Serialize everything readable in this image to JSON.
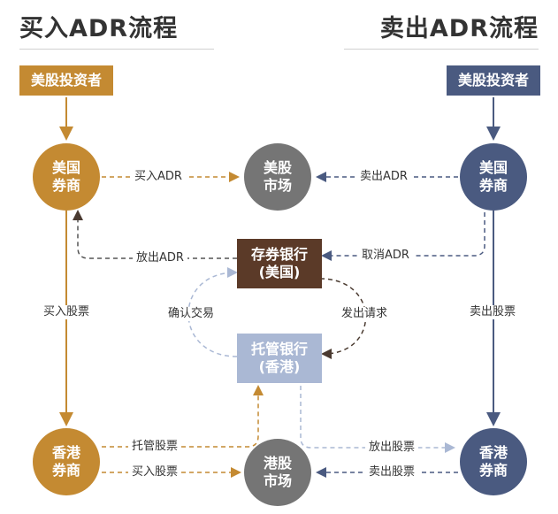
{
  "colors": {
    "buy": "#c48a32",
    "sell": "#4a5a80",
    "market": "#757575",
    "depositary_bank": "#5b3a28",
    "custodian_bank": "#aab8d4",
    "title": "#333333"
  },
  "titles": {
    "buy": "买入ADR流程",
    "sell": "卖出ADR流程"
  },
  "nodes": {
    "buy_investor": "美股投资者",
    "sell_investor": "美股投资者",
    "us_broker_buy": "美国\n券商",
    "us_market": "美股\n市场",
    "us_broker_sell": "美国\n券商",
    "depositary_bank": "存券银行\n(美国)",
    "custodian_bank": "托管银行\n(香港)",
    "hk_broker_buy": "香港\n券商",
    "hk_market": "港股\n市场",
    "hk_broker_sell": "香港\n券商"
  },
  "labels": {
    "buy_adr": "买入ADR",
    "sell_adr": "卖出ADR",
    "issue_adr": "放出ADR",
    "cancel_adr": "取消ADR",
    "confirm_trade": "确认交易",
    "send_request": "发出请求",
    "buy_shares_left": "买入股票",
    "sell_shares_right": "卖出股票",
    "custody_shares": "托管股票",
    "buy_shares_bottom": "买入股票",
    "release_shares": "放出股票",
    "sell_shares_bottom": "卖出股票"
  }
}
